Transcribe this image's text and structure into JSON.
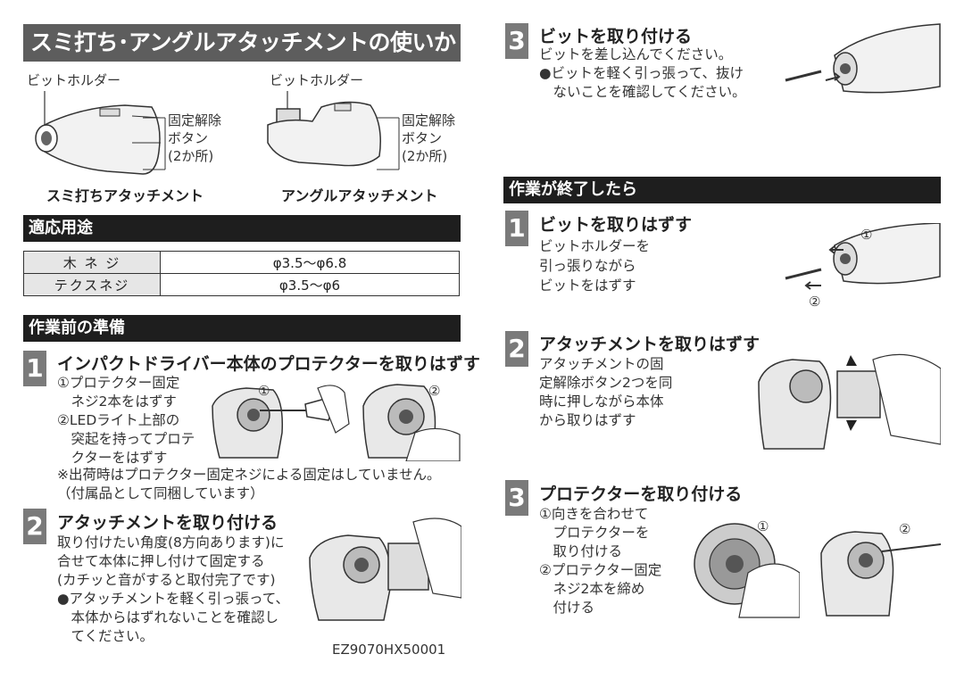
{
  "left": {
    "title": "スミ打ち･アングルアタッチメントの使いかた",
    "attachments": [
      {
        "holder_label": "ビットホルダー",
        "release_label": "固定解除\nボタン\n(2か所)",
        "caption": "スミ打ちアタッチメント"
      },
      {
        "holder_label": "ビットホルダー",
        "release_label": "固定解除\nボタン\n(2か所)",
        "caption": "アングルアタッチメント"
      }
    ],
    "usage": {
      "heading": "適応用途",
      "rows": [
        {
          "key": "木 ネ ジ",
          "value": "φ3.5～φ6.8"
        },
        {
          "key": "テクスネジ",
          "value": "φ3.5～φ6"
        }
      ]
    },
    "prep": {
      "heading": "作業前の準備",
      "step1": {
        "num": "1",
        "title": "インパクトドライバー本体のプロテクターを取りはずす",
        "body": "①プロテクター固定\n　ネジ2本をはずす\n②LEDライト上部の\n　突起を持ってプロテ\n　クターをはずす",
        "marker1": "①",
        "marker2": "②",
        "note": "※出荷時はプロテクター固定ネジによる固定はしていません。\n（付属品として同梱しています）"
      },
      "step2": {
        "num": "2",
        "title": "アタッチメントを取り付ける",
        "body": "取り付けたい角度(8方向あります)に\n合せて本体に押し付けて固定する\n(カチッと音がすると取付完了です)\n●アタッチメントを軽く引っ張って、\n　本体からはずれないことを確認し\n　てください。"
      }
    },
    "doc_code": "EZ9070HX50001"
  },
  "right": {
    "step3_top": {
      "num": "3",
      "title": "ビットを取り付ける",
      "body": "ビットを差し込んでください。\n●ビットを軽く引っ張って、抜け\n　ないことを確認してください。"
    },
    "after": {
      "heading": "作業が終了したら",
      "step1": {
        "num": "1",
        "title": "ビットを取りはずす",
        "body": "ビットホルダーを\n引っ張りながら\nビットをはずす",
        "marker1": "①",
        "marker2": "②"
      },
      "step2": {
        "num": "2",
        "title": "アタッチメントを取りはずす",
        "body": "アタッチメントの固\n定解除ボタン2つを同\n時に押しながら本体\nから取りはずす"
      },
      "step3": {
        "num": "3",
        "title": "プロテクターを取り付ける",
        "body": "①向きを合わせて\n　プロテクターを\n　取り付ける\n②プロテクター固定\n　ネジ2本を締め\n　付ける",
        "marker1": "①",
        "marker2": "②"
      }
    }
  }
}
